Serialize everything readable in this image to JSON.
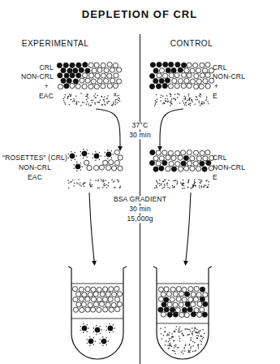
{
  "diagram": {
    "title": "DEPLETION OF CRL",
    "labels": [
      "EXPERIMENTAL",
      "CONTROL",
      "CRL",
      "NON-CRL",
      "+",
      "EAC",
      "CRL",
      "NON-CRL",
      "+",
      "E",
      "37°C",
      "30 min",
      "\"ROSETTES\" (CRL)",
      "NON-CRL",
      "EAC",
      "CRL",
      "NON-CRL",
      "E",
      "BSA GRADIENT",
      "30 min",
      "15,000g"
    ]
  }
}
